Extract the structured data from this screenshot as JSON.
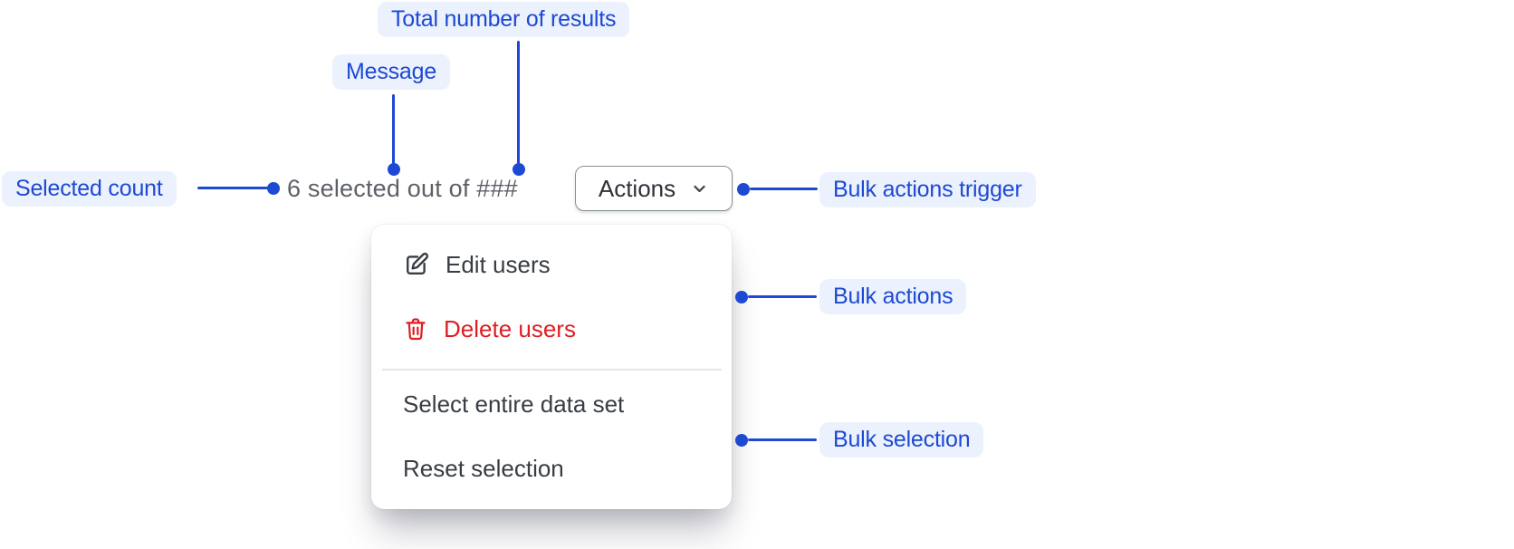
{
  "annotations": {
    "total_results": {
      "label": "Total number of results"
    },
    "message": {
      "label": "Message"
    },
    "selected_count": {
      "label": "Selected count"
    },
    "bulk_actions_trigger": {
      "label": "Bulk actions trigger"
    },
    "bulk_actions": {
      "label": "Bulk actions"
    },
    "bulk_selection": {
      "label": "Bulk selection"
    }
  },
  "bulk_bar": {
    "message": "6 selected out of ###",
    "actions_button": {
      "label": "Actions",
      "icon": "chevron-down-icon"
    }
  },
  "menu": {
    "items": [
      {
        "label": "Edit users",
        "icon": "edit-icon",
        "tone": "default"
      },
      {
        "label": "Delete users",
        "icon": "trash-icon",
        "tone": "critical"
      },
      {
        "label": "Select entire data set",
        "tone": "default"
      },
      {
        "label": "Reset selection",
        "tone": "default"
      }
    ]
  },
  "colors": {
    "annotation_blue": "#1e49d3",
    "annotation_pill_bg": "#ebf1fd",
    "message_text": "#5d6067",
    "menu_item_text": "#383c43",
    "critical_red": "#de1e24",
    "button_border": "#8a9096",
    "button_text": "#2e3238",
    "divider": "#e4e6e9",
    "surface": "#ffffff"
  }
}
